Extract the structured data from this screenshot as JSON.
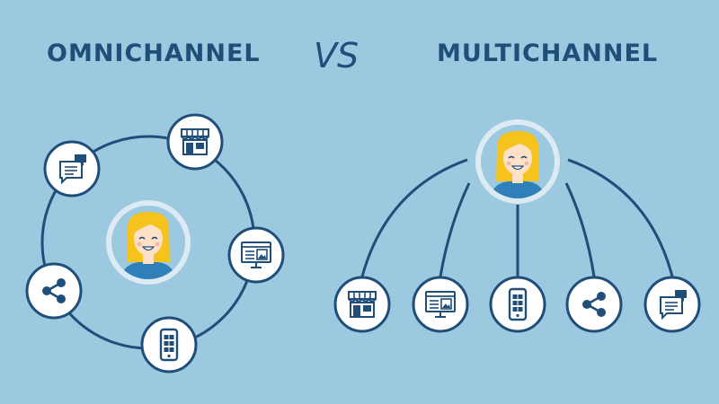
{
  "titles": {
    "left": "OMNICHANNEL",
    "vs": "VS",
    "right": "MULTICHANNEL"
  },
  "colors": {
    "background": "#9cc8e0",
    "navy": "#1f4e79",
    "node_fill": "#ffffff",
    "node_ring": "#dceaf3",
    "hair": "#f6c21c",
    "skin": "#ffe1c8",
    "shirt": "#2f7fb8"
  },
  "omnichannel": {
    "channels": [
      "store-icon",
      "web-page-icon",
      "mobile-phone-icon",
      "share-icon",
      "chat-icon"
    ]
  },
  "multichannel": {
    "channels": [
      "store-icon",
      "web-page-icon",
      "mobile-phone-icon",
      "share-icon",
      "chat-icon"
    ]
  }
}
